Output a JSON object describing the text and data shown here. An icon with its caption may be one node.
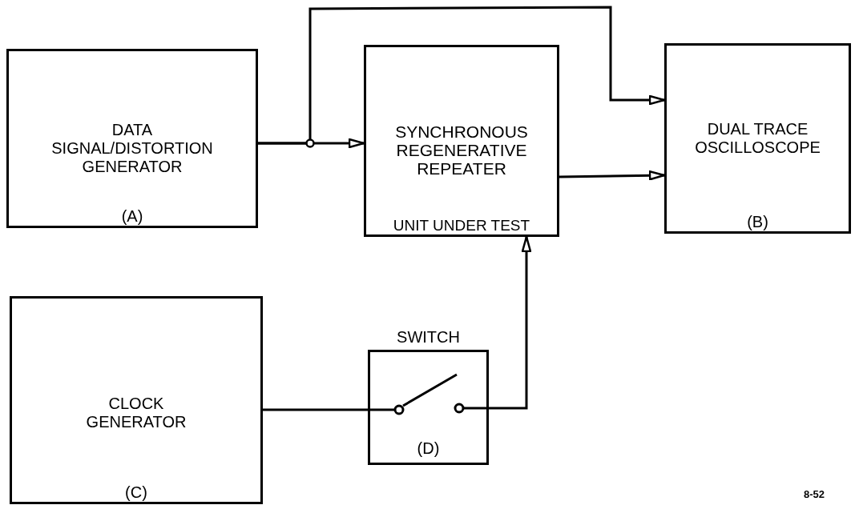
{
  "diagram": {
    "nodes": [
      {
        "text": [
          "DATA SIGNAL/DISTORTION GENERATOR",
          "(A)"
        ]
      },
      {
        "text": [
          "SYNCHRONOUS REGENERATIVE REPEATER",
          "UNIT UNDER TEST"
        ]
      },
      {
        "text": [
          "DUAL TRACE OSCILLOSCOPE",
          "(B)"
        ]
      },
      {
        "text": [
          "CLOCK GENERATOR",
          "(C)"
        ]
      },
      {
        "text": [
          "SWITCH",
          "(D)"
        ]
      }
    ],
    "edges": [
      {
        "from": 0,
        "to": 1,
        "arrow": "to"
      },
      {
        "from": 0,
        "to": 2,
        "arrow": "to"
      },
      {
        "from": 1,
        "to": 2,
        "arrow": "to"
      },
      {
        "from": 3,
        "to": 4,
        "arrow": "none"
      },
      {
        "from": 4,
        "to": 1,
        "arrow": "to"
      }
    ],
    "labels": [
      "8-52"
    ]
  }
}
